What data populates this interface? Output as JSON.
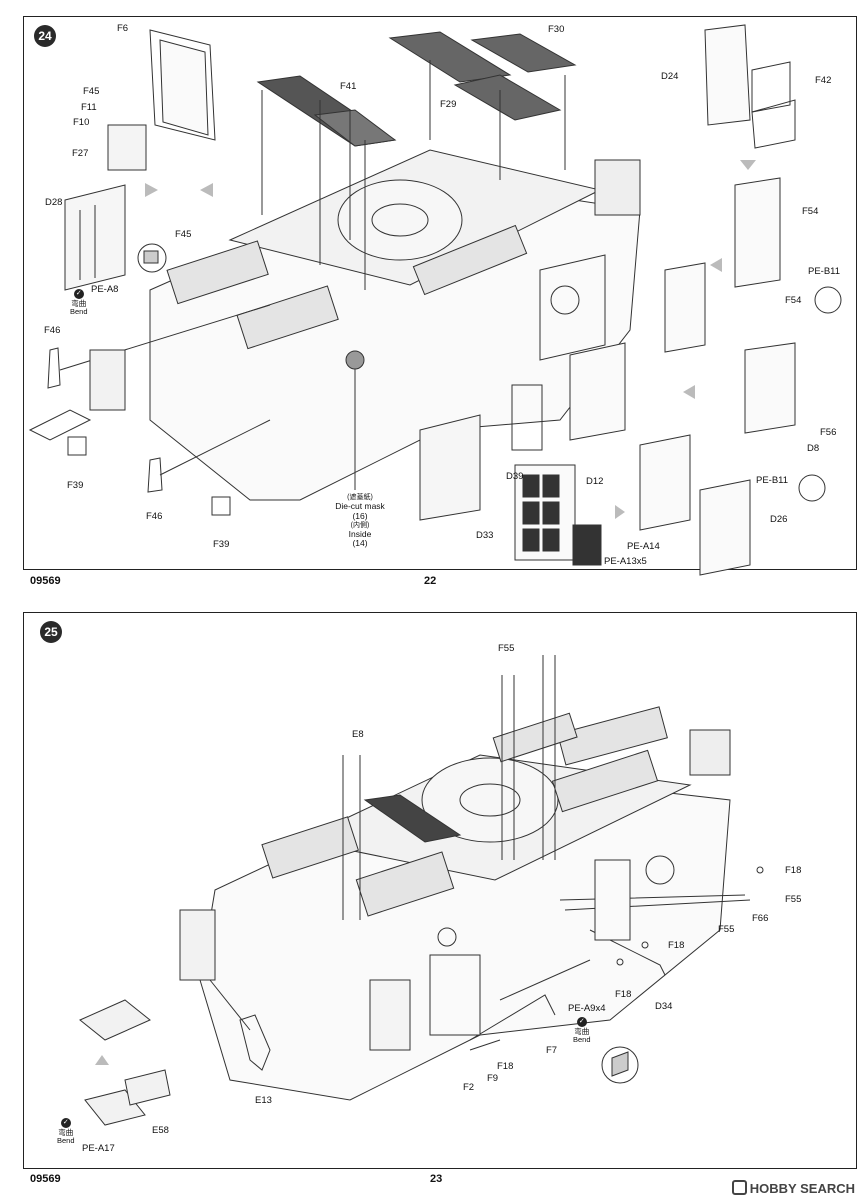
{
  "page22": {
    "step": "24",
    "code": "09569",
    "page_number": "22",
    "labels": {
      "F6": "F6",
      "F45a": "F45",
      "F11": "F11",
      "F10": "F10",
      "F27": "F27",
      "F41": "F41",
      "F29": "F29",
      "F30": "F30",
      "D24": "D24",
      "F42": "F42",
      "D28": "D28",
      "F45b": "F45",
      "PEA8": "PE-A8",
      "F46a": "F46",
      "F39a": "F39",
      "F46b": "F46",
      "F39b": "F39",
      "F54a": "F54",
      "PEB11a": "PE-B11",
      "F54b": "F54",
      "F56": "F56",
      "D8": "D8",
      "PEB11b": "PE-B11",
      "D26": "D26",
      "D39": "D39",
      "D12": "D12",
      "D33": "D33",
      "PEA14": "PE-A14",
      "PEA13": "PE-A13x5"
    },
    "bend_cn": "弯曲",
    "bend_en": "Bend",
    "mask_cn": "(遮蓋紙)",
    "mask_en": "Die-cut mask",
    "mask_num": "(16)",
    "inside_cn": "(内側)",
    "inside_en": "Inside",
    "inside_num": "(14)"
  },
  "page23": {
    "step": "25",
    "code": "09569",
    "page_number": "23",
    "labels": {
      "F55a": "F55",
      "E8": "E8",
      "F18a": "F18",
      "F55b": "F55",
      "F66": "F66",
      "F55c": "F55",
      "F18b": "F18",
      "F18c": "F18",
      "D34": "D34",
      "PEA9": "PE-A9x4",
      "F7": "F7",
      "F18d": "F18",
      "F9": "F9",
      "F2": "F2",
      "E13": "E13",
      "E58": "E58",
      "PEA17": "PE-A17"
    },
    "bend_cn": "弯曲",
    "bend_en": "Bend"
  },
  "watermark": "HOBBY SEARCH"
}
